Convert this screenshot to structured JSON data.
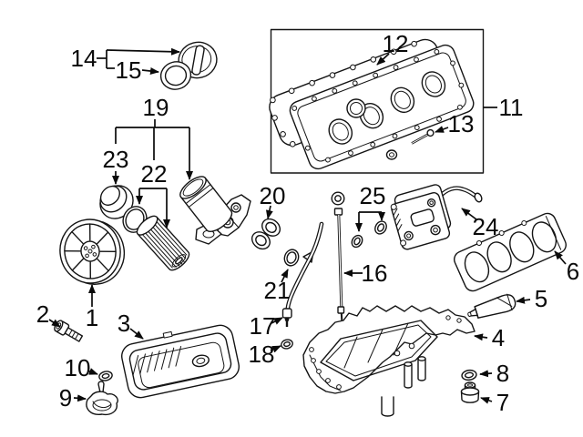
{
  "diagram": {
    "callouts": [
      "1",
      "2",
      "3",
      "4",
      "5",
      "6",
      "7",
      "8",
      "9",
      "10",
      "11",
      "12",
      "13",
      "14",
      "15",
      "16",
      "17",
      "18",
      "19",
      "20",
      "21",
      "22",
      "23",
      "24",
      "25"
    ],
    "colors": {
      "ink": "#0a0a0a",
      "paper": "#ffffff"
    }
  }
}
